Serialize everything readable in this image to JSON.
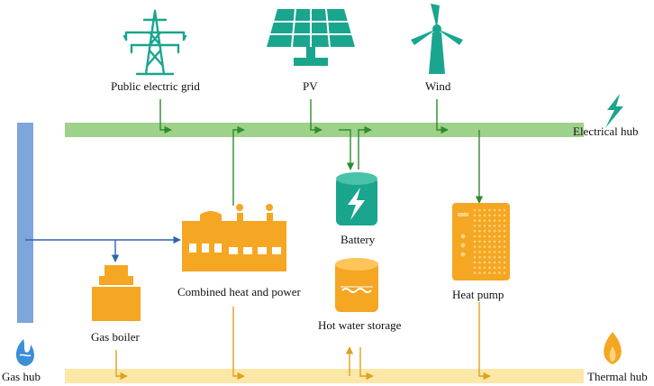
{
  "labels": {
    "public_grid": "Public electric grid",
    "pv": "PV",
    "wind": "Wind",
    "electrical_hub": "Electrical hub",
    "battery": "Battery",
    "chp": "Combined heat and power",
    "heat_pump": "Heat pump",
    "gas_boiler": "Gas boiler",
    "hot_water_storage": "Hot water storage",
    "gas_hub": "Gas hub",
    "thermal_hub": "Thermal hub"
  },
  "colors": {
    "electric_bus": "#9ed18a",
    "thermal_bus": "#fbe7a6",
    "gas_bus": "#7fa6dc",
    "electric_line": "#2e8b2e",
    "thermal_line": "#e0a020",
    "gas_line": "#2f63b0",
    "teal_icon": "#1aa58e",
    "orange_icon": "#f5a623",
    "blue_icon": "#3b8fd6"
  }
}
